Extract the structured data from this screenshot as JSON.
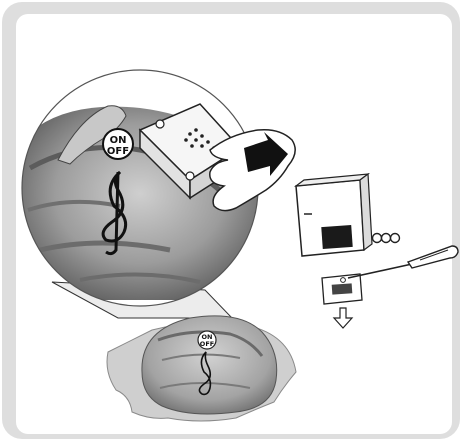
{
  "illustration": {
    "toy": {
      "switch_label_on": "ON",
      "switch_label_off": "OFF"
    },
    "magnifier": {
      "switch_label_on": "ON",
      "switch_label_off": "OFF"
    },
    "sound_box": {
      "icon": "speaker-box-icon"
    },
    "battery_compartment": {
      "battery_count": 3,
      "icon": "battery-icon"
    },
    "tools": {
      "screwdriver_icon": "screwdriver-icon",
      "arrow_right_icon": "arrow-right-icon",
      "arrow_down_icon": "arrow-down-icon"
    }
  },
  "colors": {
    "frame": "#dedede",
    "panel": "#ffffff",
    "plush_light": "#d8d8d8",
    "plush_mid": "#a8a8a8",
    "plush_dark": "#6e6e6e",
    "outline": "#222222",
    "puddle": "#d0d0d0"
  }
}
